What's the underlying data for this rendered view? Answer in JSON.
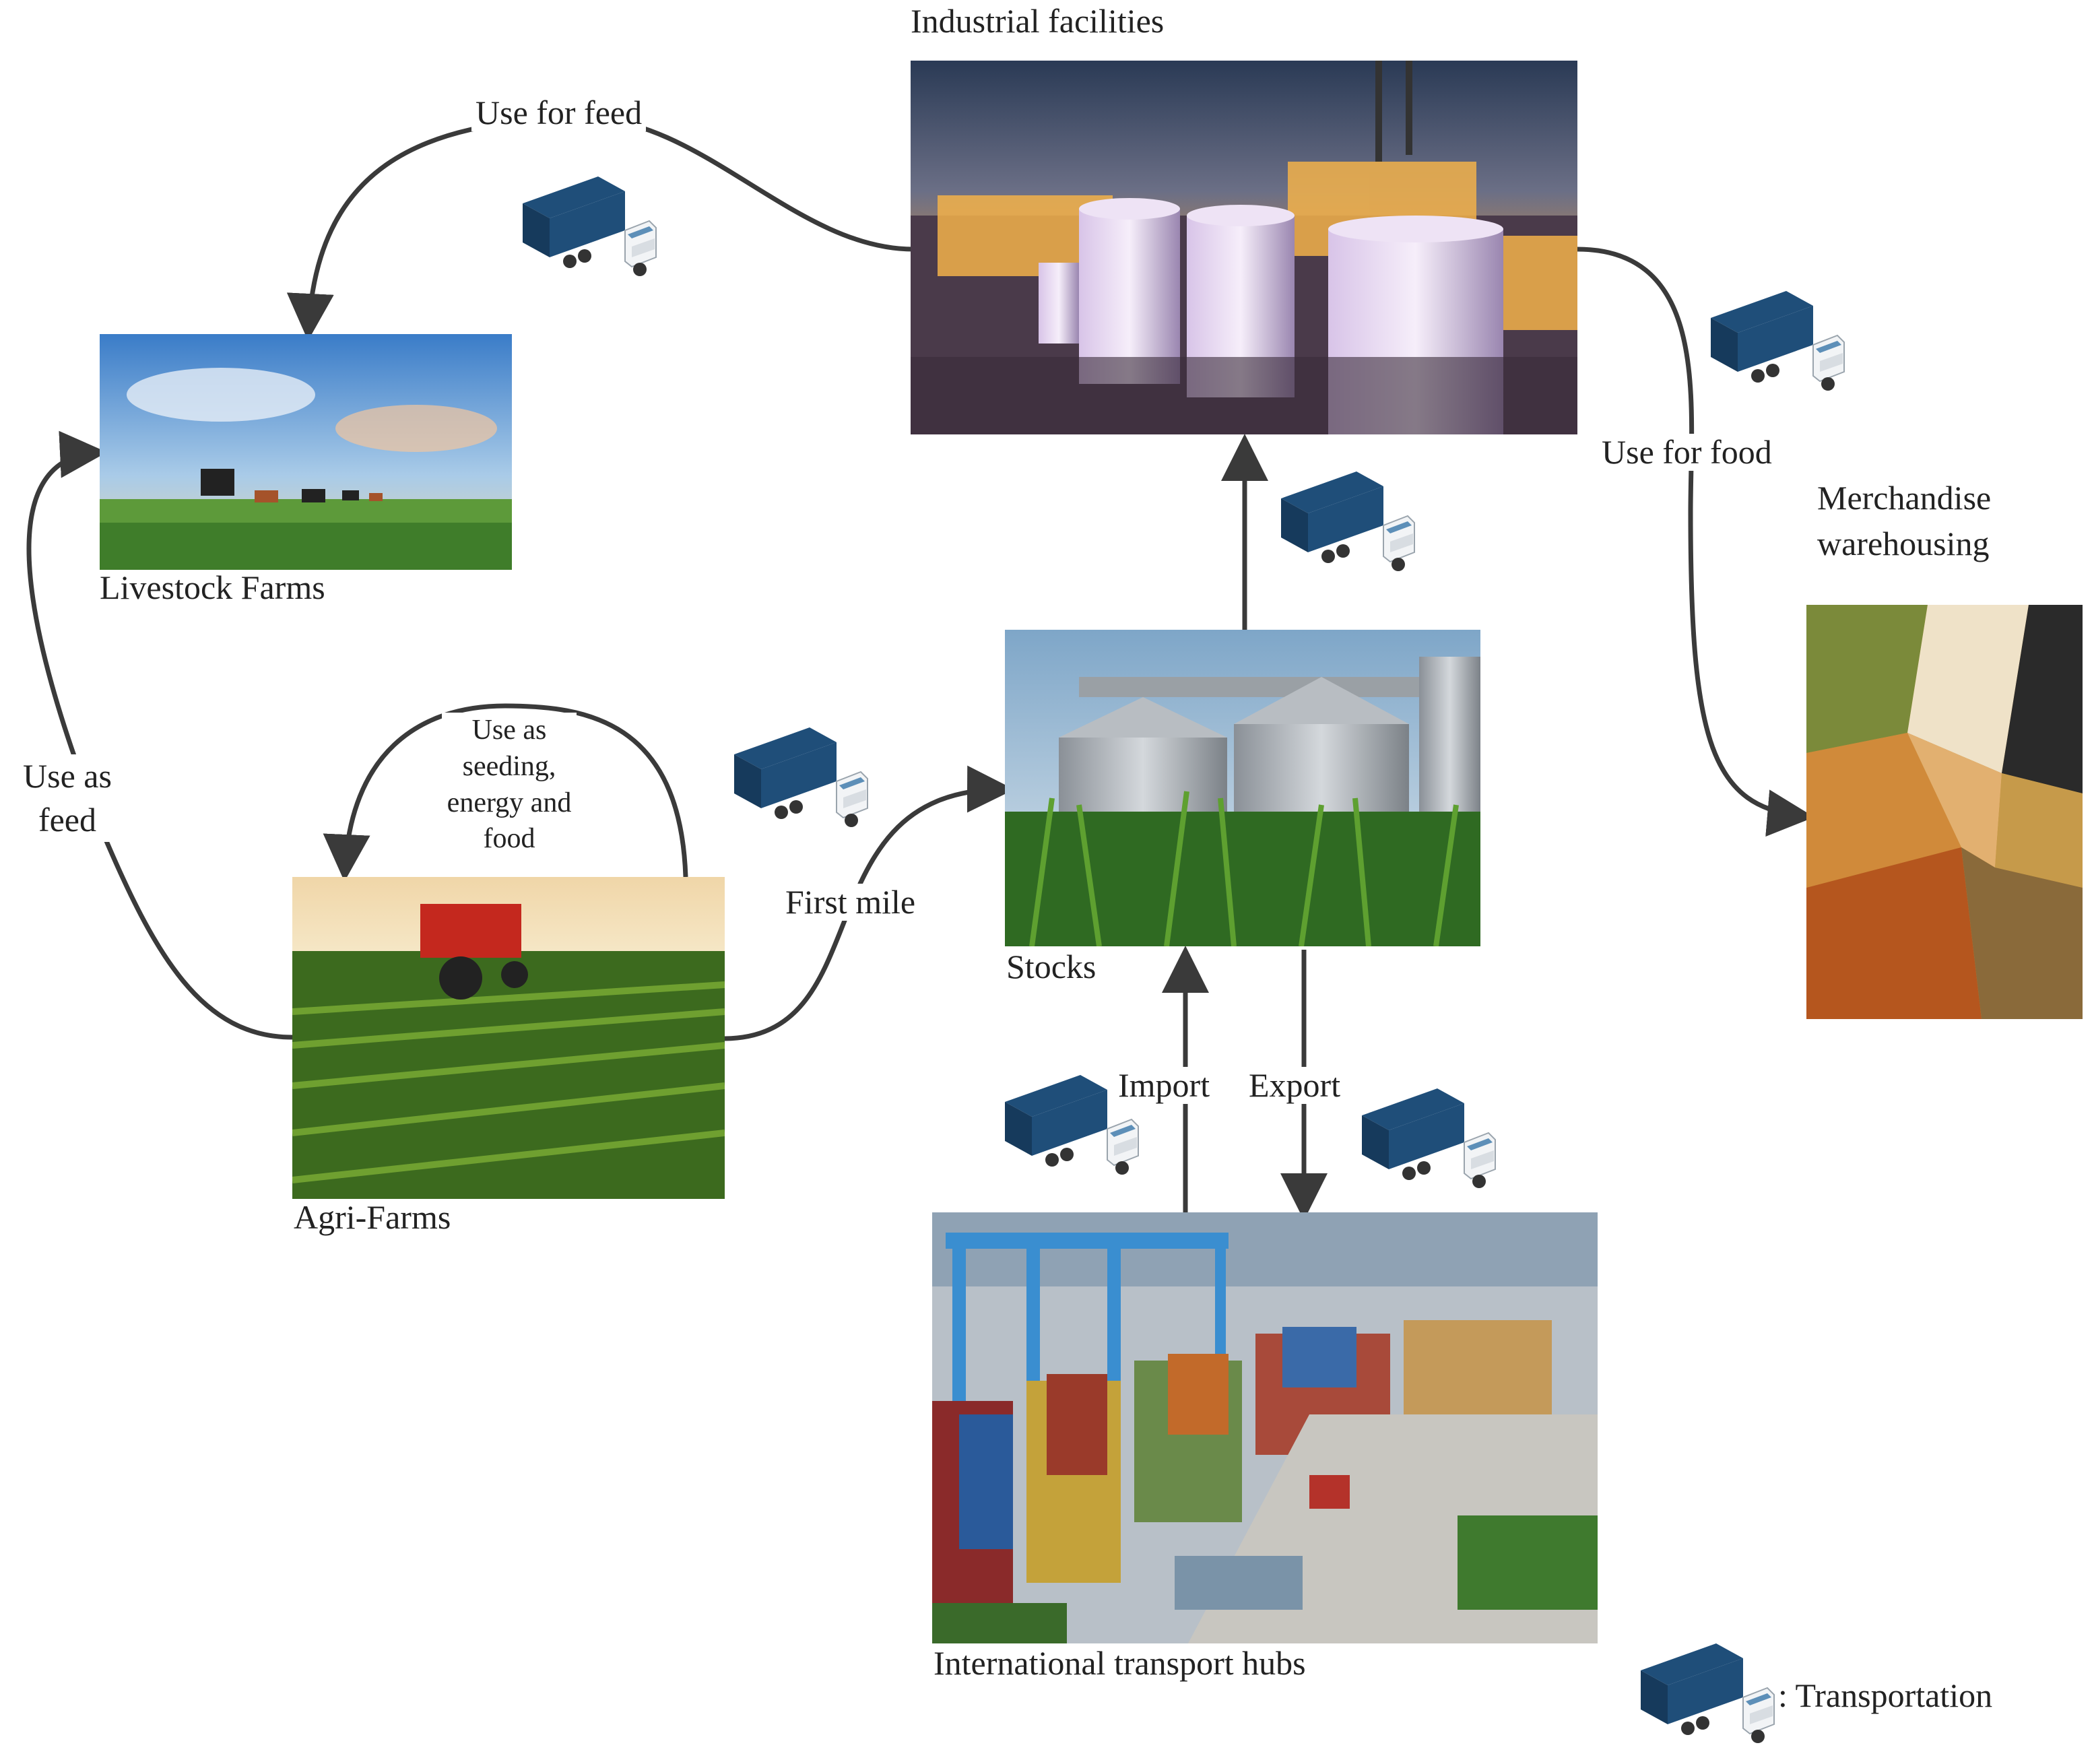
{
  "nodes": {
    "industrial": {
      "label": "Industrial facilities"
    },
    "livestock": {
      "label": "Livestock Farms"
    },
    "agri": {
      "label": "Agri-Farms"
    },
    "stocks": {
      "label": "Stocks"
    },
    "merch": {
      "label": "Merchandise warehousing"
    },
    "hubs": {
      "label": "International transport hubs"
    }
  },
  "edges": {
    "use_for_feed": "Use for feed",
    "use_for_food": "Use for food",
    "use_as_feed": "Use as feed",
    "use_as_seeding": "Use as seeding, energy and food",
    "first_mile": "First mile",
    "import": "Import",
    "export": "Export"
  },
  "legend": {
    "text": ": Transportation",
    "icon": "truck-icon"
  },
  "colors": {
    "truck_blue": "#1f4e79",
    "truck_dark": "#163a5c",
    "arrow": "#3a3a3a"
  }
}
